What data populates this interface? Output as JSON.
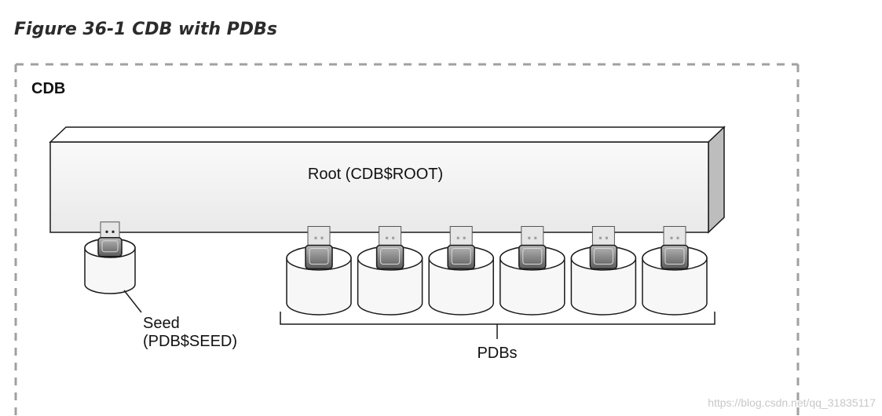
{
  "figure": {
    "title": "Figure 36-1 CDB with PDBs"
  },
  "cdb": {
    "label": "CDB"
  },
  "root": {
    "label": "Root (CDB$ROOT)"
  },
  "seed": {
    "label_line1": "Seed",
    "label_line2": "(PDB$SEED)"
  },
  "pdbs": {
    "label": "PDBs",
    "count": 6
  },
  "watermark": {
    "text": "https://blog.csdn.net/qq_31835117"
  },
  "colors": {
    "border_dash": "#a0a0a0",
    "stroke": "#1a1a1a",
    "root_front": "#f3f3f3",
    "root_side": "#bdbdbd",
    "cylinder_face": "#f7f7f7",
    "plug_body": "#7a7a7a",
    "plug_connector": "#e6e6e6"
  },
  "icons": {
    "database": "cylinder-database-icon",
    "plug": "usb-plug-icon"
  }
}
